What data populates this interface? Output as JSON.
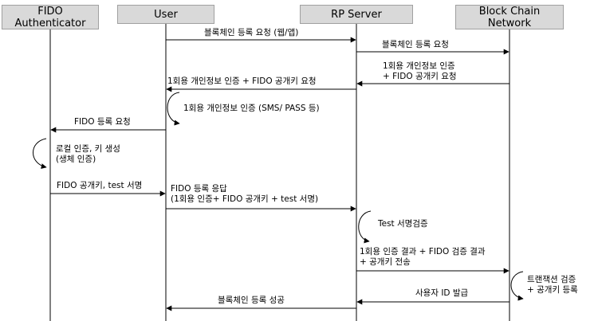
{
  "actors": [
    {
      "id": "fido",
      "label": "FIDO\nAuthenticator"
    },
    {
      "id": "user",
      "label": "User"
    },
    {
      "id": "rp",
      "label": "RP Server"
    },
    {
      "id": "bc",
      "label": "Block Chain\nNetwork"
    }
  ],
  "messages": [
    {
      "id": "m1",
      "text": "블록체인 등록 요청 (웹/앱)"
    },
    {
      "id": "m2",
      "text": "블록체인 등록 요청"
    },
    {
      "id": "m3",
      "text": "1회용 개인정보 인증\n+ FIDO 공개키 요청"
    },
    {
      "id": "m4",
      "text": "1회용 개인정보 인증 + FIDO 공개키 요청"
    },
    {
      "id": "m5",
      "text": "1회용 개인정보 인증 (SMS/ PASS 등)"
    },
    {
      "id": "m6",
      "text": "FIDO 등록 요청"
    },
    {
      "id": "m7",
      "text": "로컬 인증, 키 생성\n(생체 인증)"
    },
    {
      "id": "m8",
      "text": "FIDO 공개키, test 서명"
    },
    {
      "id": "m9",
      "text": "FIDO 등록 응답\n(1회용 인증+ FIDO 공개키 + test 서명)"
    },
    {
      "id": "m10",
      "text": "Test 서명검증"
    },
    {
      "id": "m11",
      "text": "1회용 인증 결과 + FIDO 검증 결과\n+ 공개키 전송"
    },
    {
      "id": "m12",
      "text": "트랜잭션 검증\n+ 공개키 등록"
    },
    {
      "id": "m13",
      "text": "사용자 ID 발급"
    },
    {
      "id": "m14",
      "text": "블록체인 등록 성공"
    }
  ]
}
